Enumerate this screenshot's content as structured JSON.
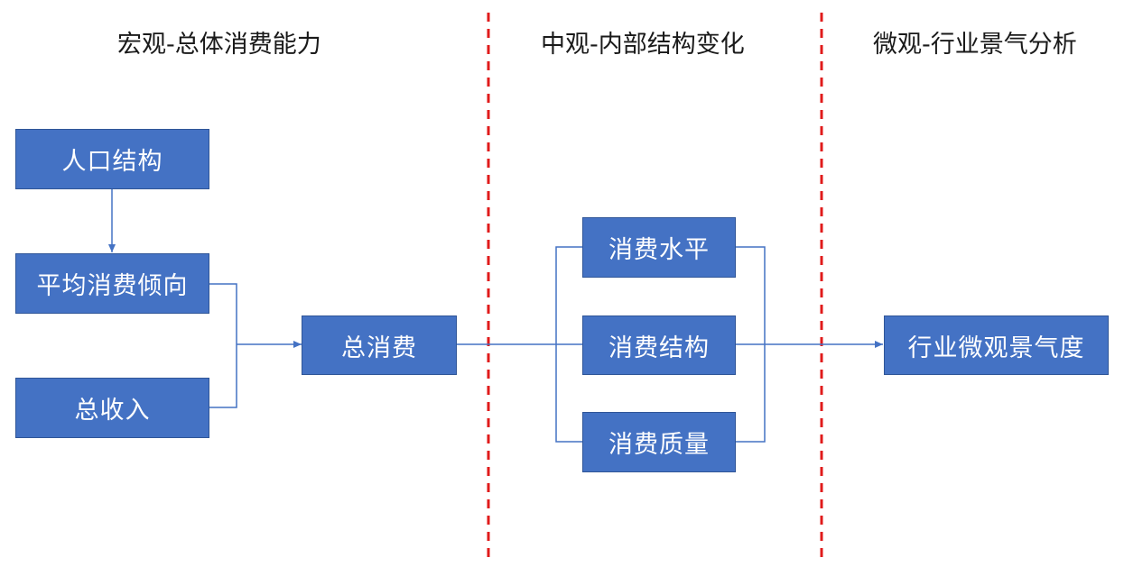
{
  "colors": {
    "box_fill": "#4472c4",
    "box_border": "#2f5597",
    "connector": "#4472c4",
    "divider": "#e01b1b",
    "title_text": "#1a1a1a",
    "box_text": "#ffffff"
  },
  "sections": {
    "macro": "宏观-总体消费能力",
    "meso": "中观-内部结构变化",
    "micro": "微观-行业景气分析"
  },
  "nodes": {
    "population": "人口结构",
    "propensity": "平均消费倾向",
    "income": "总收入",
    "total_consumption": "总消费",
    "level": "消费水平",
    "structure": "消费结构",
    "quality": "消费质量",
    "industry": "行业微观景气度"
  }
}
